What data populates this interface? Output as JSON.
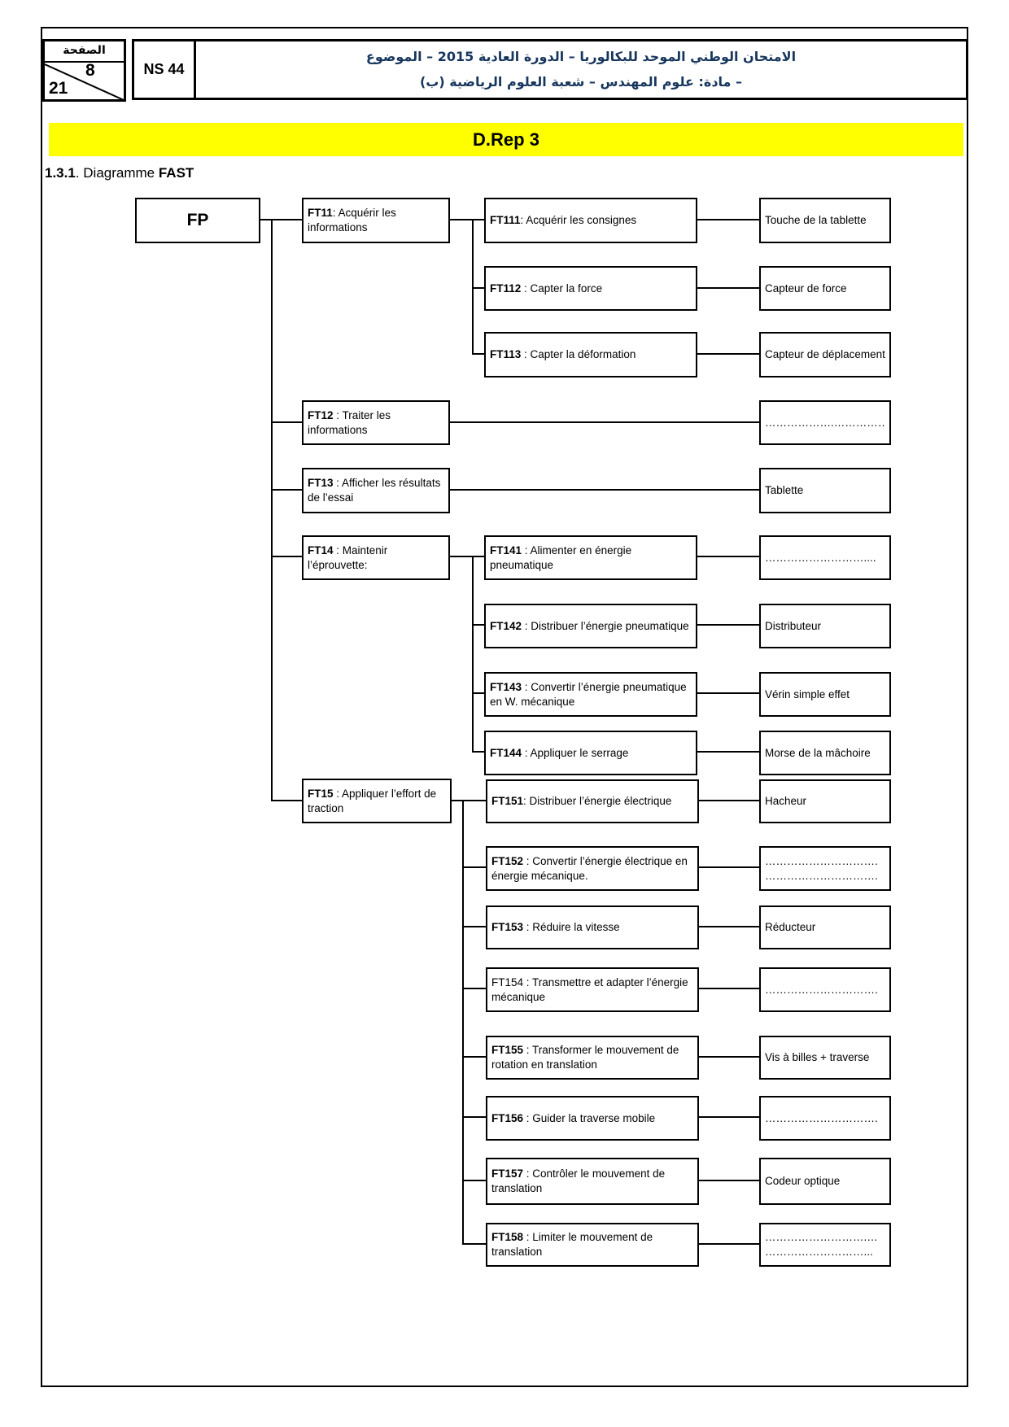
{
  "colors": {
    "banner_bg": "#FFFF00",
    "header_text": "#17365D",
    "line": "#000000"
  },
  "header": {
    "page_box": {
      "label": "الصفحة",
      "page": "8",
      "total": "21"
    },
    "ns": "NS 44",
    "title_line1": "الامتحان الوطني الموحد للبكالوريا – الدورة العادية 2015 – الموضوع",
    "title_line2": "– مادة: علوم المهندس – شعبة العلوم الرياضية (ب)"
  },
  "banner": {
    "label": "D.Rep 3"
  },
  "heading": {
    "num": "1.3.1",
    "mid": ". Diagramme ",
    "strong": "FAST"
  },
  "fast": {
    "root_label": "FP",
    "level1": [
      {
        "code": "FT11",
        "text": ": Acquérir les informations"
      },
      {
        "code": "FT12",
        "text": " : Traiter les informations"
      },
      {
        "code": "FT13",
        "text": " : Afficher les résultats de l’essai"
      },
      {
        "code": "FT14",
        "text": " : Maintenir l’éprouvette:"
      },
      {
        "code": "FT15",
        "text": " : Appliquer l’effort de traction"
      }
    ],
    "level2": [
      {
        "code": "FT111",
        "text": ": Acquérir les consignes"
      },
      {
        "code": "FT112",
        "text": " : Capter la force"
      },
      {
        "code": "FT113",
        "text": " : Capter la déformation"
      },
      {
        "code": "FT141",
        "text": " : Alimenter en énergie pneumatique"
      },
      {
        "code": "FT142",
        "text": " : Distribuer l’énergie pneumatique"
      },
      {
        "code": "FT143",
        "text": " : Convertir l’énergie pneumatique en W. mécanique"
      },
      {
        "code": "FT144",
        "text": " : Appliquer le serrage"
      },
      {
        "code": "FT151",
        "text": ": Distribuer l’énergie électrique"
      },
      {
        "code": "FT152",
        "text": " : Convertir l’énergie électrique en énergie mécanique."
      },
      {
        "code": "FT153",
        "text": " : Réduire la vitesse"
      },
      {
        "code": "",
        "text": "FT154 : Transmettre et adapter l’énergie mécanique"
      },
      {
        "code": "FT155",
        "text": " : Transformer le mouvement de rotation en translation"
      },
      {
        "code": "FT156",
        "text": " : Guider la traverse mobile"
      },
      {
        "code": "FT157",
        "text": " : Contrôler le mouvement de translation"
      },
      {
        "code": "FT158",
        "text": " : Limiter le mouvement de translation"
      }
    ],
    "solutions": [
      "Touche de la tablette",
      "Capteur de force",
      "Capteur de déplacement",
      "……………….……………",
      "Tablette",
      "………………………....",
      "Distributeur",
      "Vérin simple effet",
      "Morse de la mâchoire",
      "Hacheur",
      "………………………….\n………………………….",
      "Réducteur",
      "………………………….",
      "Vis à billes + traverse",
      "………………………….",
      "Codeur optique",
      "……………………….…\n………………………..."
    ]
  }
}
